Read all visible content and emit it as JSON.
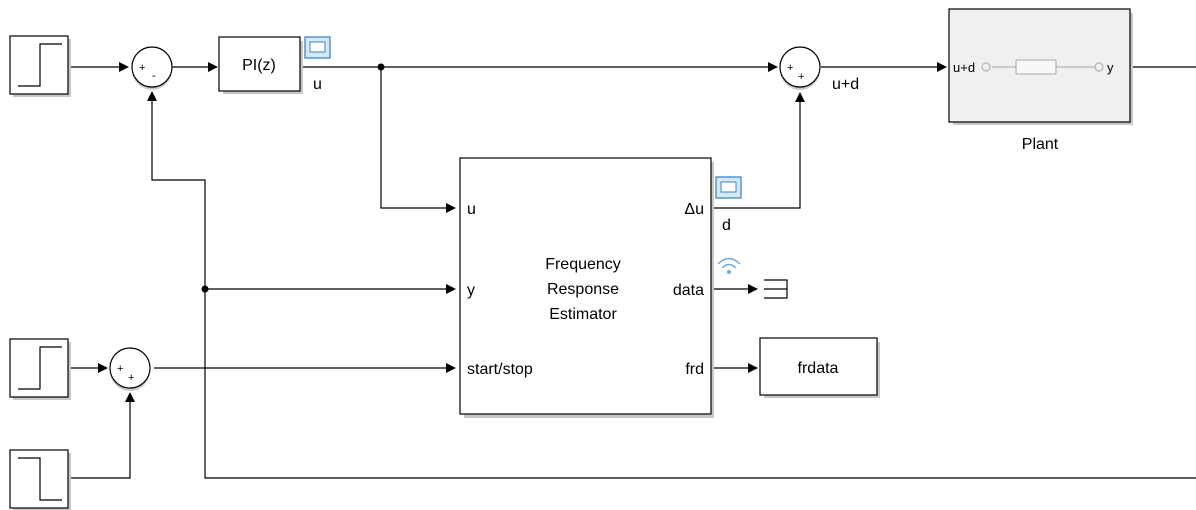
{
  "blocks": {
    "pi": "PI(z)",
    "plant": "Plant",
    "plant_in": "u+d",
    "plant_out": "y",
    "fre_lines": [
      "Frequency",
      "Response",
      "Estimator"
    ],
    "fre_ports": {
      "u": "u",
      "y": "y",
      "start": "start/stop",
      "du": "Δu",
      "data": "data",
      "frd": "frd"
    },
    "frdata": "frdata"
  },
  "signals": {
    "u": "u",
    "ud": "u+d",
    "d": "d"
  },
  "sum_signs": {
    "sum1": [
      "+",
      "-"
    ],
    "sum2": [
      "+",
      "+"
    ],
    "sum3": [
      "+",
      "+"
    ]
  },
  "colors": {
    "scope": "#3d86c6",
    "scope_fill": "#d7e7f7",
    "plant_fill": "#f0f0f0"
  }
}
